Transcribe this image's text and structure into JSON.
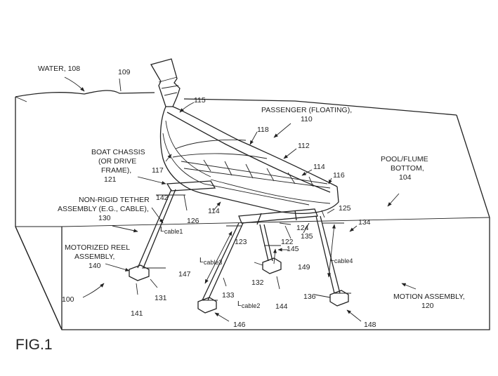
{
  "figure_label": "FIG.1",
  "labels": {
    "water": "WATER, 108",
    "n109": "109",
    "n115": "115",
    "passenger1": "PASSENGER (FLOATING),",
    "passenger2": "110",
    "n118": "118",
    "n112": "112",
    "n114a": "114",
    "n116": "116",
    "chassis1": "BOAT CHASSIS",
    "chassis2": "(OR DRIVE",
    "chassis3": "FRAME),",
    "chassis4": "121",
    "n117": "117",
    "pool1": "POOL/FLUME",
    "pool2": "BOTTOM,",
    "pool3": "104",
    "tether1": "NON-RIGID TETHER",
    "tether2": "ASSEMBLY (E.G., CABLE),",
    "tether3": "130",
    "n142": "142",
    "n126": "126",
    "n114b": "114",
    "cable1": "L",
    "cable1sub": "cable1",
    "n125": "125",
    "n134": "134",
    "n124": "124",
    "n123": "123",
    "n122": "122",
    "n135": "135",
    "reel1": "MOTORIZED REEL",
    "reel2": "ASSEMBLY,",
    "reel3": "140",
    "cable3": "L",
    "cable3sub": "cable3",
    "n145": "145",
    "cable4": "L",
    "cable4sub": "cable4",
    "n147": "147",
    "n149": "149",
    "n132": "132",
    "n100": "100",
    "n131": "131",
    "n133": "133",
    "cable2": "L",
    "cable2sub": "cable2",
    "n144": "144",
    "n136": "136",
    "motion1": "MOTION ASSEMBLY,",
    "motion2": "120",
    "n141": "141",
    "n146": "146",
    "n148": "148"
  }
}
